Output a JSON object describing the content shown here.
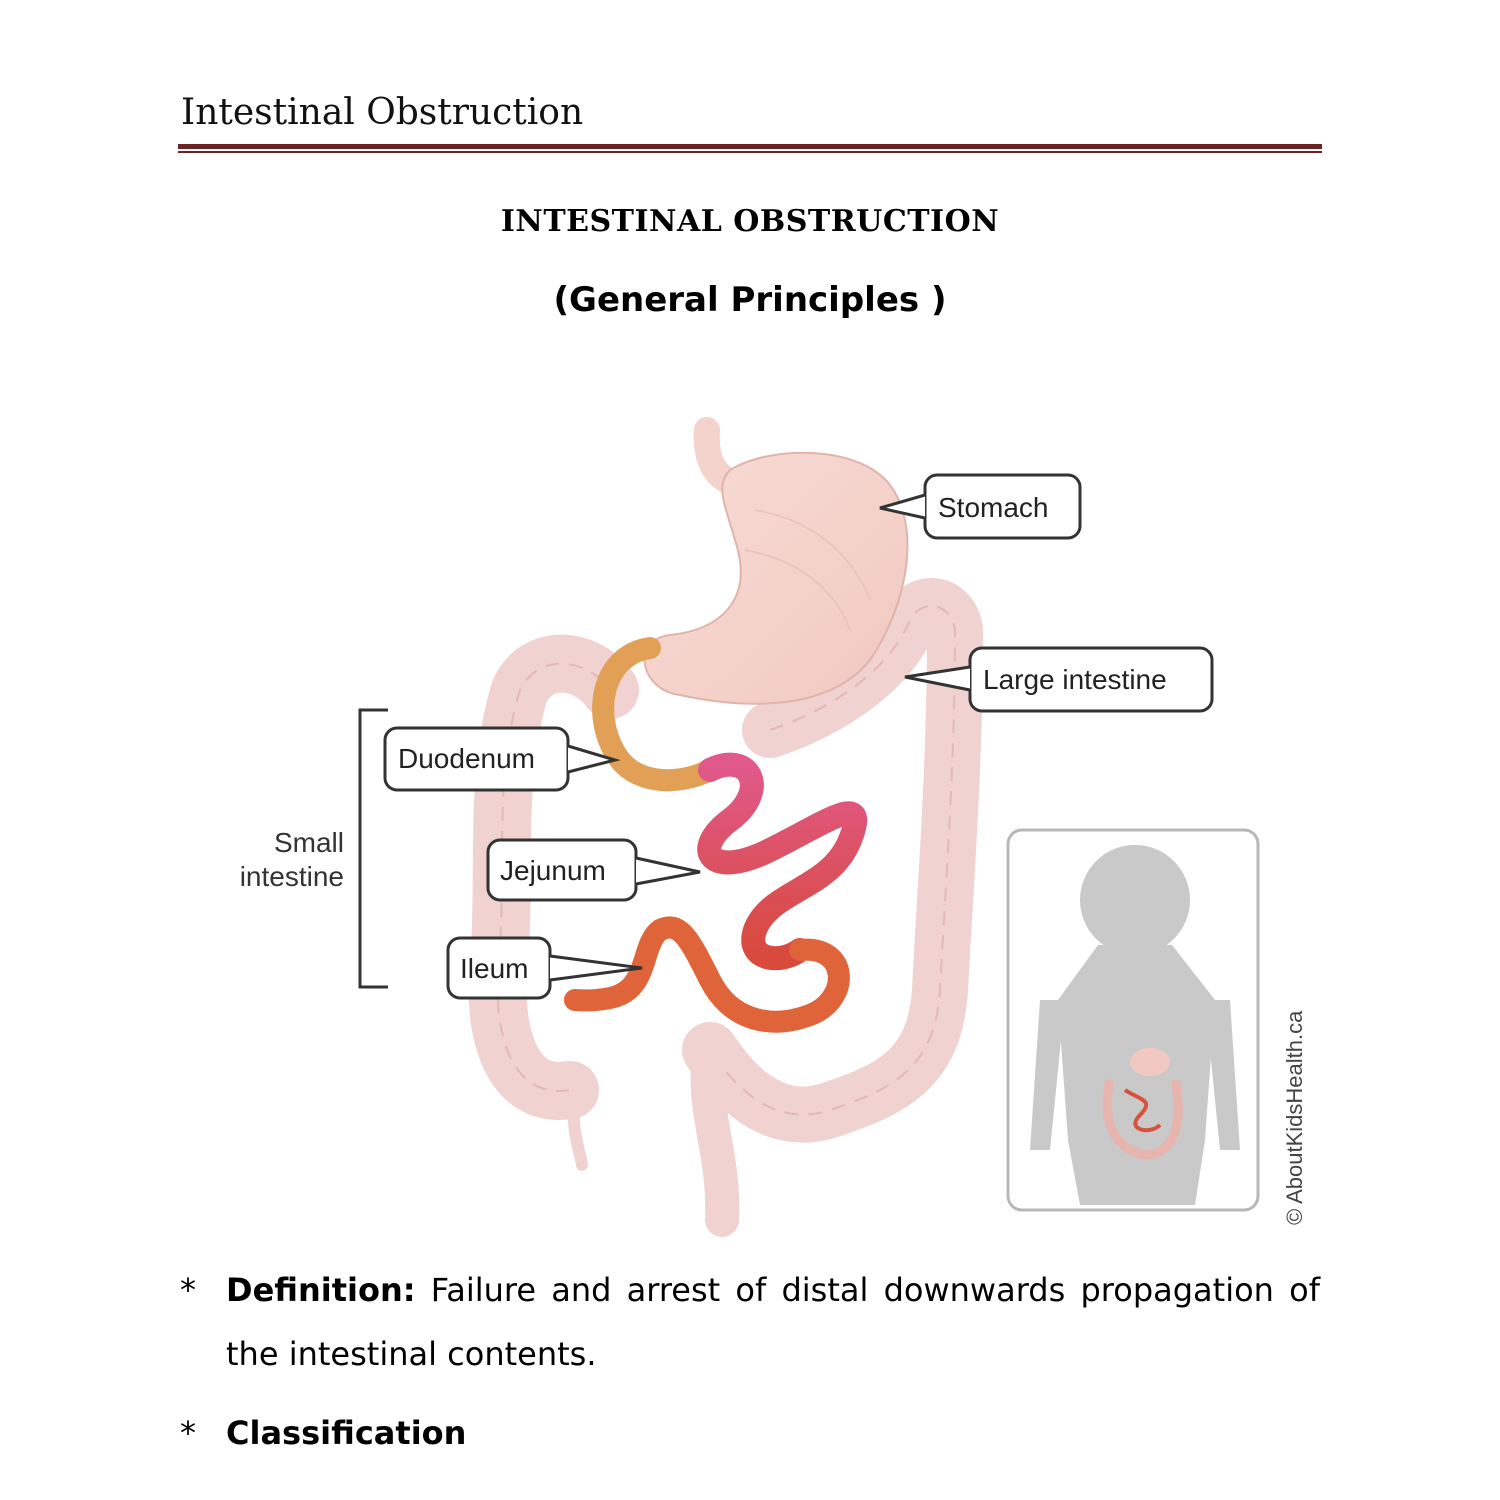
{
  "header": {
    "running_title": "Intestinal Obstruction"
  },
  "title": "INTESTINAL OBSTRUCTION",
  "subtitle": "(General Principles )",
  "figure": {
    "labels": {
      "stomach": "Stomach",
      "large_intestine": "Large intestine",
      "duodenum": "Duodenum",
      "jejunum": "Jejunum",
      "ileum": "Ileum",
      "small_intestine_line1": "Small",
      "small_intestine_line2": "intestine"
    },
    "credit": "© AboutKidsHealth.ca"
  },
  "bullets": [
    {
      "marker": "*",
      "term": "Definition:",
      "text": " Failure and arrest of distal downwards propagation of the intestinal contents."
    },
    {
      "marker": "*",
      "term": "Classification",
      "text": ""
    }
  ]
}
